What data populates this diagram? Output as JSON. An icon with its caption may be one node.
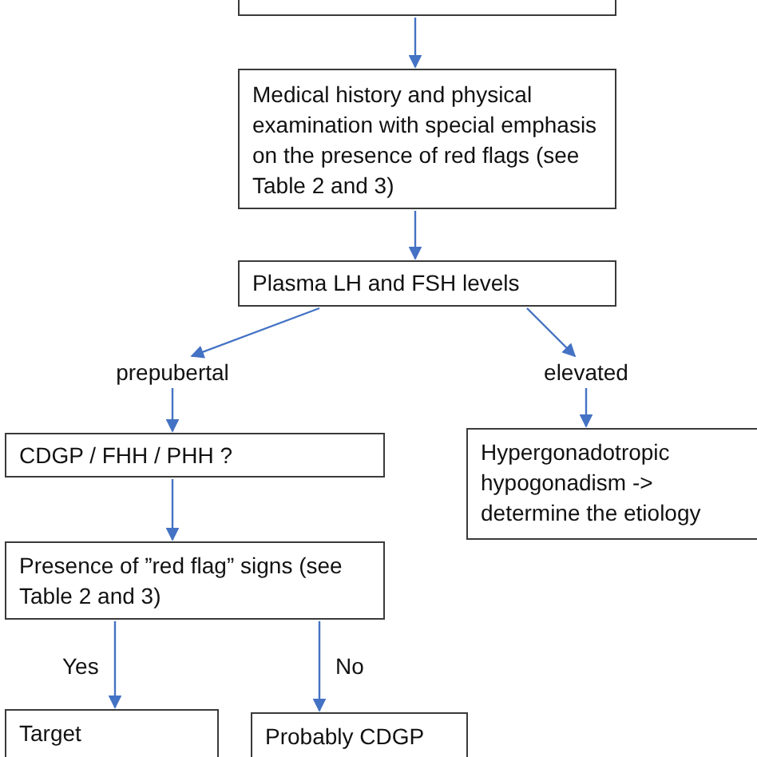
{
  "diagram": {
    "nodes": [
      {
        "text": [],
        "shape": "box"
      },
      {
        "text": [
          "Medical history and physical examination with special emphasis on the presence of red flags (see Table 2 and 3)"
        ]
      },
      {
        "text": [
          "Plasma LH and FSH levels"
        ]
      },
      {
        "text": [
          "prepubertal"
        ]
      },
      {
        "text": [
          "elevated"
        ]
      },
      {
        "text": [
          "CDGP / FHH / PHH ?"
        ]
      },
      {
        "text": [
          "Hypergonadotropic hypogonadism -> determine the etiology"
        ]
      },
      {
        "text": [
          "Presence of ”red flag” signs (see Table 2 and 3)"
        ]
      },
      {
        "text": [
          "Target"
        ]
      },
      {
        "text": [
          "Probably CDGP"
        ]
      }
    ],
    "edges": [
      {
        "from": 0,
        "to": 1,
        "arrow": "to"
      },
      {
        "from": 1,
        "to": 2,
        "arrow": "to"
      },
      {
        "from": 2,
        "to": 3,
        "arrow": "to"
      },
      {
        "from": 2,
        "to": 4,
        "arrow": "to"
      },
      {
        "from": 3,
        "to": 5,
        "arrow": "to"
      },
      {
        "from": 4,
        "to": 6,
        "arrow": "to"
      },
      {
        "from": 5,
        "to": 7,
        "arrow": "to"
      },
      {
        "from": 7,
        "to": 8,
        "arrow": "to",
        "label": "Yes"
      },
      {
        "from": 7,
        "to": 9,
        "arrow": "to",
        "label": "No"
      }
    ]
  }
}
